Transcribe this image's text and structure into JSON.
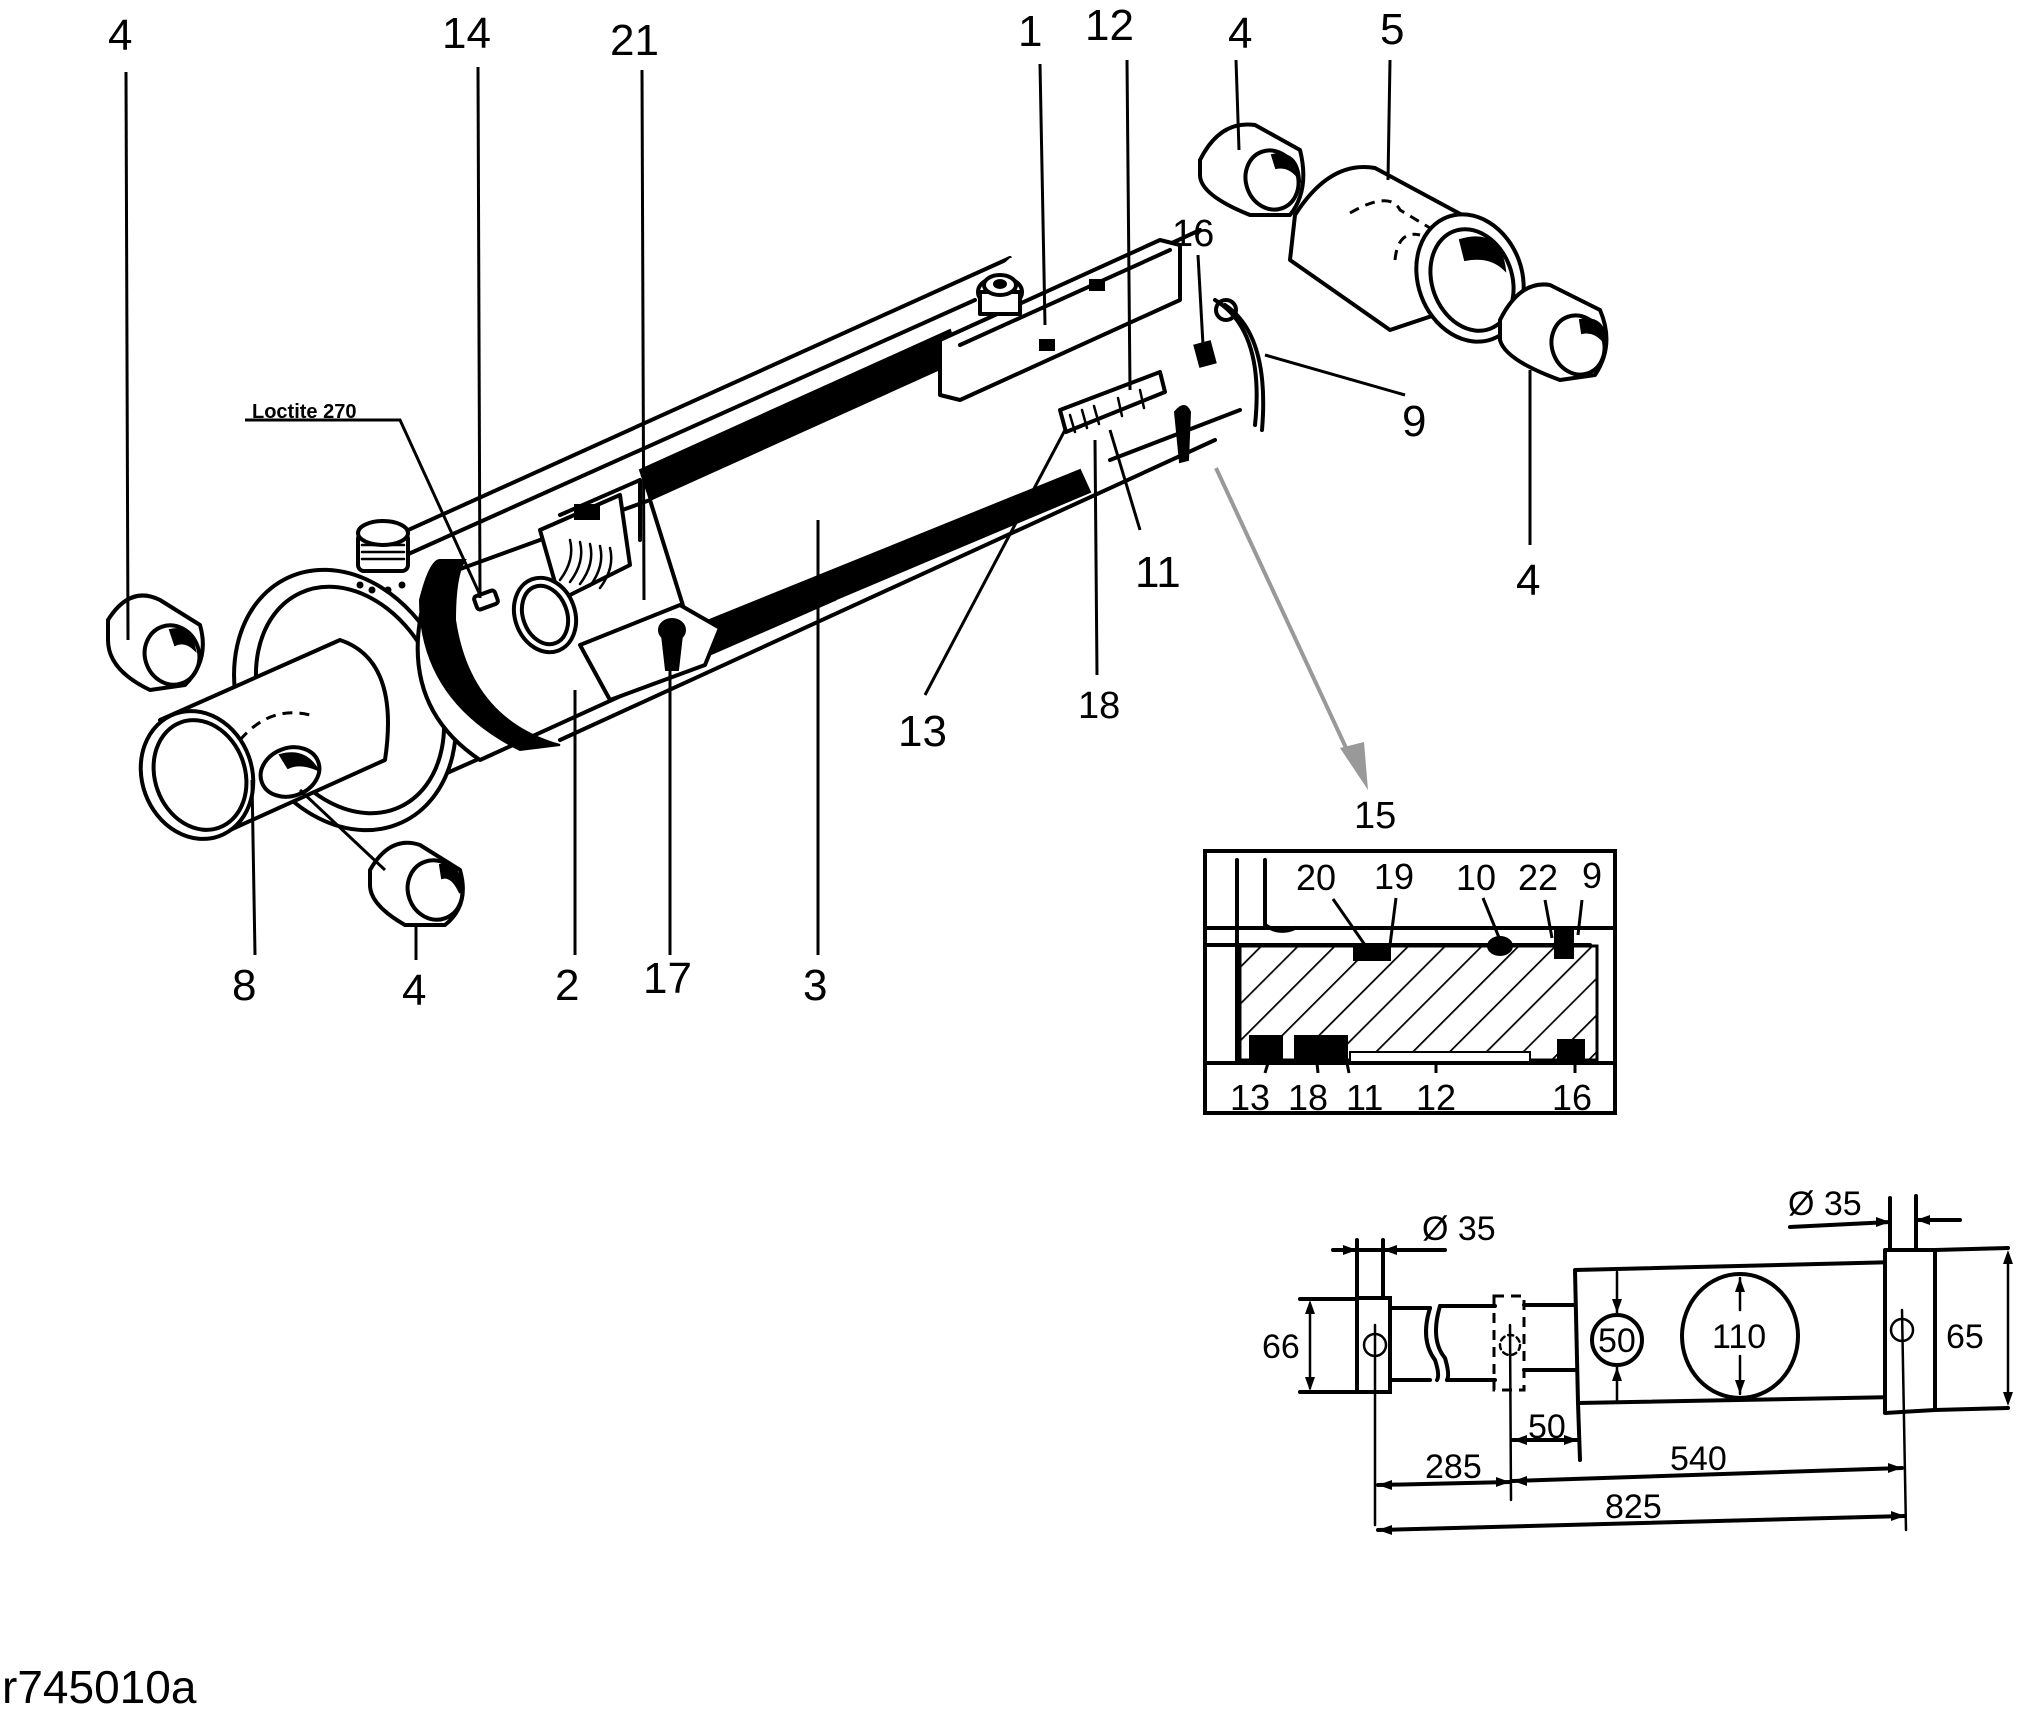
{
  "figure_reference": "r745010a",
  "colors": {
    "ink": "#000000",
    "pointer_arrow": "#999999",
    "background": "#ffffff"
  },
  "main_view": {
    "callouts": {
      "c4_top_left": "4",
      "c14": "14",
      "c21": "21",
      "c1": "1",
      "c12": "12",
      "c4_top_right": "4",
      "c5": "5",
      "c16": "16",
      "c9": "9",
      "c4_right": "4",
      "c11": "11",
      "c13": "13",
      "c18": "18",
      "c8": "8",
      "c4_bottom": "4",
      "c2": "2",
      "c17": "17",
      "c3": "3",
      "c15": "15"
    },
    "adhesive_note": "Loctite 270"
  },
  "detail_view": {
    "title": "15",
    "top_labels": [
      "20",
      "19",
      "10",
      "22",
      "9"
    ],
    "bottom_labels": [
      "13",
      "18",
      "11",
      "12",
      "16"
    ]
  },
  "dimension_view": {
    "left_pin_diameter": "Ø 35",
    "right_pin_diameter": "Ø 35",
    "left_eye_width": "66",
    "right_eye_width": "65",
    "rod_diameter": "50",
    "bore_diameter": "110",
    "rod_offset": "50",
    "dim_285": "285",
    "dim_540": "540",
    "dim_825": "825"
  }
}
